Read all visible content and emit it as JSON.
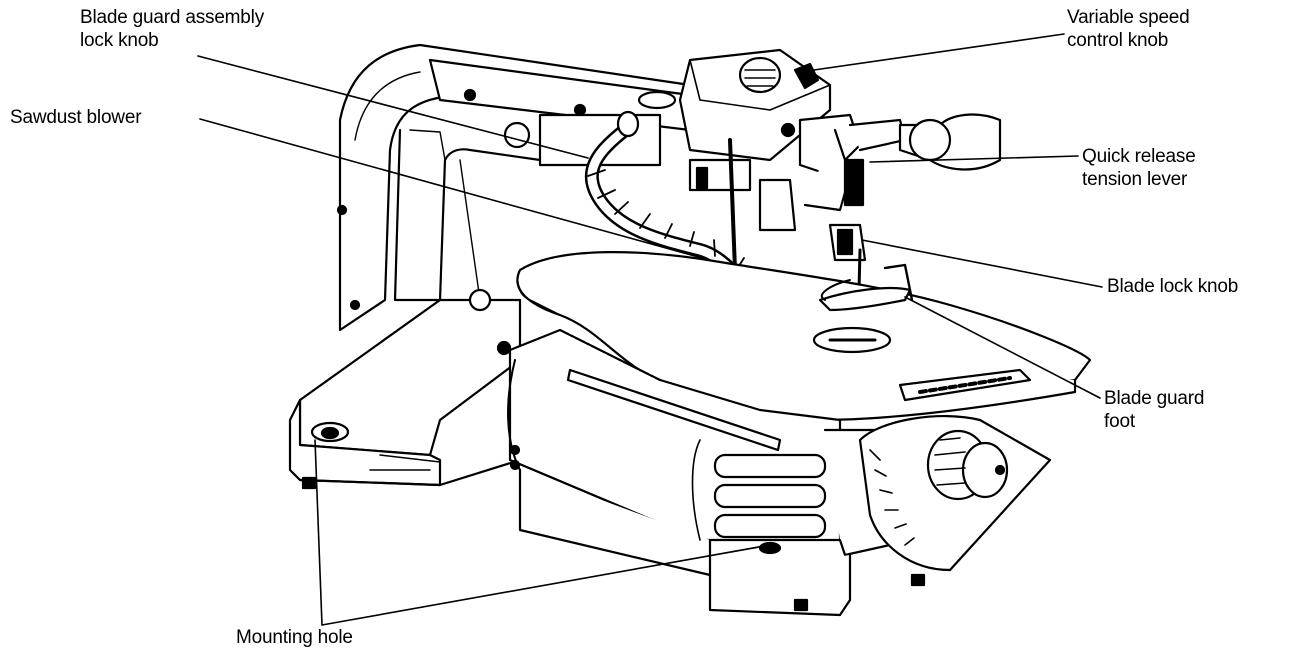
{
  "diagram": {
    "subject": "scroll saw",
    "labels": {
      "blade_guard_assembly_lock_knob": [
        "Blade guard assembly",
        "lock knob"
      ],
      "sawdust_blower": [
        "Sawdust blower"
      ],
      "variable_speed_control_knob": [
        "Variable speed",
        "control knob"
      ],
      "quick_release_tension_lever": [
        "Quick release",
        "tension lever"
      ],
      "blade_lock_knob": [
        "Blade lock knob"
      ],
      "blade_guard_foot": [
        "Blade guard",
        "foot"
      ],
      "mounting_hole": [
        "Mounting hole"
      ]
    },
    "colors": {
      "ink": "#000000",
      "background": "#ffffff"
    }
  }
}
